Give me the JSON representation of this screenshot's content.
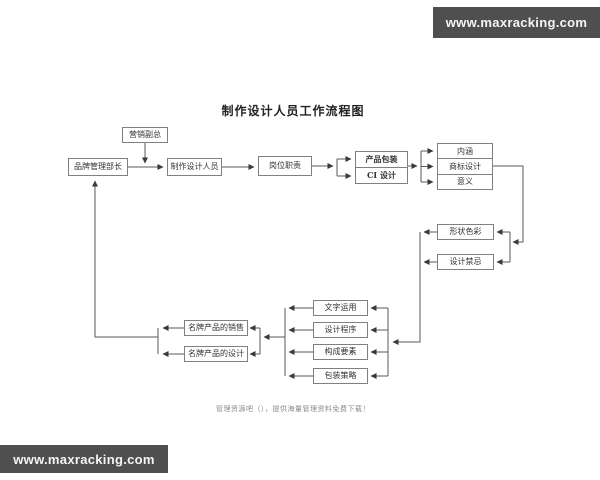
{
  "watermark": {
    "url": "www.maxracking.com"
  },
  "colors": {
    "banner_background": "#4f4f4f",
    "banner_text": "#f5f5f5",
    "line": "#5a5a5a",
    "box_border": "#808080"
  },
  "diagram": {
    "title": "制作设计人员工作流程图",
    "nodes": {
      "marketing_vp": "营销副总",
      "brand_manager": "品牌管理部长",
      "design_staff": "制作设计人员",
      "job_duties": "岗位职责",
      "product_packaging": "产品包装",
      "ci_design": "CI 设计",
      "connotation": "内涵",
      "trademark_design": "商标设计",
      "meaning": "意义",
      "shape_color": "形状色彩",
      "design_taboo": "设计禁忌",
      "brand_sales": "名牌产品的销售",
      "brand_design": "名牌产品的设计",
      "text_usage": "文字运用",
      "design_procedure": "设计程序",
      "composition_elements": "构成要素",
      "packaging_strategy": "包装策略"
    },
    "footer_note": "管理资源吧（），提供海量管理资料免费下载！"
  }
}
